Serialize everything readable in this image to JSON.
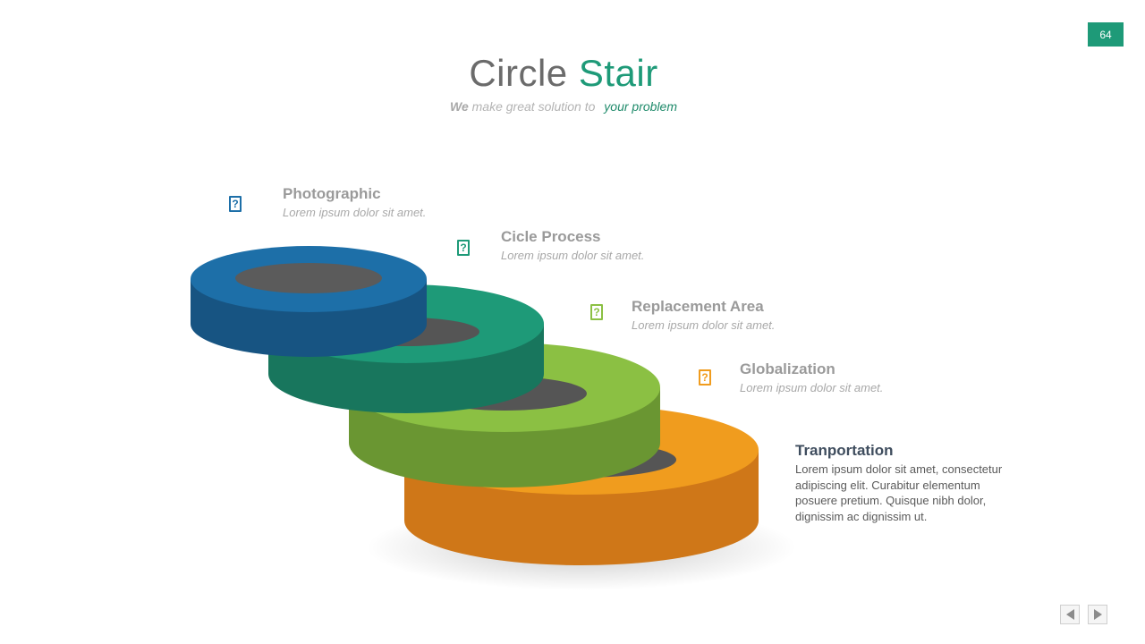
{
  "page_number": "64",
  "title": {
    "part1": "Circle",
    "part2": "Stair"
  },
  "subtitle": {
    "we": "We",
    "middle": "make great solution to",
    "accent": "your problem"
  },
  "colors": {
    "accent": "#1e9a78",
    "blue": "#1d6fa8",
    "teal": "#1e9a78",
    "green": "#8bc043",
    "orange": "#f09c1e"
  },
  "steps": [
    {
      "title": "Photographic",
      "desc": "Lorem ipsum dolor sit amet.",
      "icon": "question-box-icon",
      "icon_glyph": "?",
      "color": "#1d6fa8"
    },
    {
      "title": "Cicle Process",
      "desc": "Lorem ipsum dolor sit amet.",
      "icon": "question-box-icon",
      "icon_glyph": "?",
      "color": "#1e9a78"
    },
    {
      "title": "Replacement Area",
      "desc": "Lorem ipsum dolor sit amet.",
      "icon": "question-box-icon",
      "icon_glyph": "?",
      "color": "#8bc043"
    },
    {
      "title": "Globalization",
      "desc": "Lorem ipsum dolor sit amet.",
      "icon": "question-box-icon",
      "icon_glyph": "?",
      "color": "#f09c1e"
    },
    {
      "title": "Tranportation",
      "desc": "Lorem ipsum dolor sit amet, consectetur adipiscing elit. Curabitur elementum posuere pretium. Quisque nibh dolor, dignissim ac dignissim ut."
    }
  ],
  "nav": {
    "prev_icon": "arrow-left-icon",
    "next_icon": "arrow-right-icon"
  }
}
